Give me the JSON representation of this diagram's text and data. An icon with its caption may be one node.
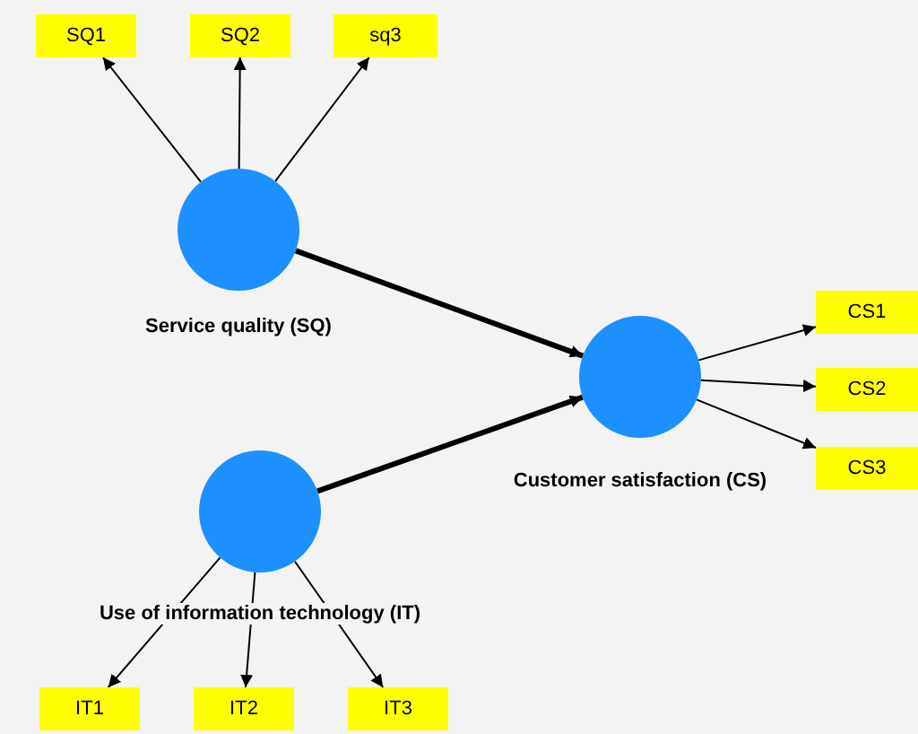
{
  "diagram": {
    "nodes": [
      {
        "text": [
          "SQ1"
        ]
      },
      {
        "text": [
          "SQ2"
        ]
      },
      {
        "text": [
          "sq3"
        ]
      },
      {
        "text": [],
        "shape": "circle",
        "beside": [
          "Service quality (SQ)"
        ]
      },
      {
        "text": [],
        "shape": "circle",
        "beside": [
          "Customer satisfaction (CS)"
        ]
      },
      {
        "text": [
          "CS1"
        ]
      },
      {
        "text": [
          "CS2"
        ]
      },
      {
        "text": [
          "CS3"
        ]
      },
      {
        "text": [],
        "shape": "circle",
        "beside": [
          "Use of information technology (IT)"
        ]
      },
      {
        "text": [
          "IT1"
        ]
      },
      {
        "text": [
          "IT2"
        ]
      },
      {
        "text": [
          "IT3"
        ]
      }
    ],
    "edges": [
      {
        "from": 3,
        "to": 0,
        "arrow": "to"
      },
      {
        "from": 3,
        "to": 1,
        "arrow": "to"
      },
      {
        "from": 3,
        "to": 2,
        "arrow": "to"
      },
      {
        "from": 3,
        "to": 4,
        "arrow": "to",
        "style": "thick"
      },
      {
        "from": 8,
        "to": 4,
        "arrow": "to",
        "style": "thick"
      },
      {
        "from": 4,
        "to": 5,
        "arrow": "to"
      },
      {
        "from": 4,
        "to": 6,
        "arrow": "to"
      },
      {
        "from": 4,
        "to": 7,
        "arrow": "to"
      },
      {
        "from": 8,
        "to": 9,
        "arrow": "to"
      },
      {
        "from": 8,
        "to": 10,
        "arrow": "to"
      },
      {
        "from": 8,
        "to": 11,
        "arrow": "to"
      }
    ]
  }
}
